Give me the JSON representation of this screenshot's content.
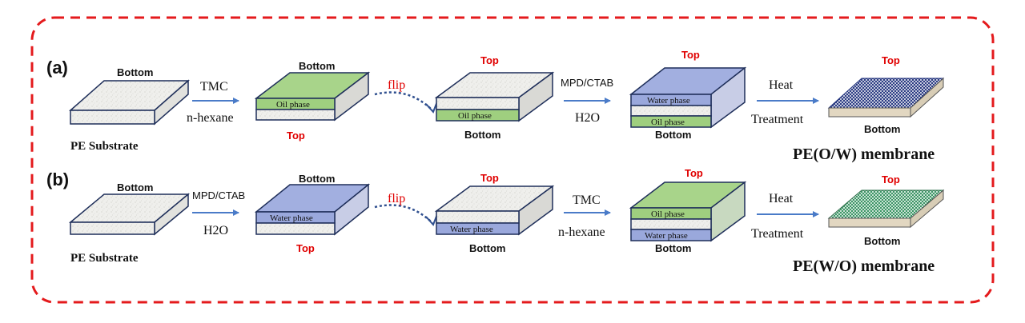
{
  "colors": {
    "frame": "#e41a1c",
    "oil_phase": "#9fcf7f",
    "water_phase": "#9aa8dc",
    "substrate": "#eeeeea",
    "arrow": "#4a7bc8",
    "flip_arrow": "#2f4f8f",
    "top_label": "#e00000"
  },
  "row_a": {
    "tag": "(a)",
    "substrate": {
      "label": "PE Substrate",
      "face": "Bottom"
    },
    "step1": {
      "reagent": "TMC",
      "solvent": "n-hexane"
    },
    "sheet1": {
      "upper": "Bottom",
      "lower": "Top",
      "layer": "Oil phase"
    },
    "flip": "flip",
    "sheet2": {
      "upper": "Top",
      "lower": "Bottom",
      "layer": "Oil phase"
    },
    "step2": {
      "reagent": "MPD/CTAB",
      "solvent": "H2O"
    },
    "sheet3": {
      "upper": "Top",
      "lower": "Bottom",
      "layer_top": "Water phase",
      "layer_bottom": "Oil phase"
    },
    "step3": {
      "line1": "Heat",
      "line2": "Treatment"
    },
    "membrane": {
      "upper": "Top",
      "lower": "Bottom",
      "label": "PE(O/W) membrane"
    }
  },
  "row_b": {
    "tag": "(b)",
    "substrate": {
      "label": "PE Substrate",
      "face": "Bottom"
    },
    "step1": {
      "reagent": "MPD/CTAB",
      "solvent": "H2O"
    },
    "sheet1": {
      "upper": "Bottom",
      "lower": "Top",
      "layer": "Water phase"
    },
    "flip": "flip",
    "sheet2": {
      "upper": "Top",
      "lower": "Bottom",
      "layer": "Water phase"
    },
    "step2": {
      "reagent": "TMC",
      "solvent": "n-hexane"
    },
    "sheet3": {
      "upper": "Top",
      "lower": "Bottom",
      "layer_top": "Oil phase",
      "layer_bottom": "Water phase"
    },
    "step3": {
      "line1": "Heat",
      "line2": "Treatment"
    },
    "membrane": {
      "upper": "Top",
      "lower": "Bottom",
      "label": "PE(W/O) membrane"
    }
  }
}
